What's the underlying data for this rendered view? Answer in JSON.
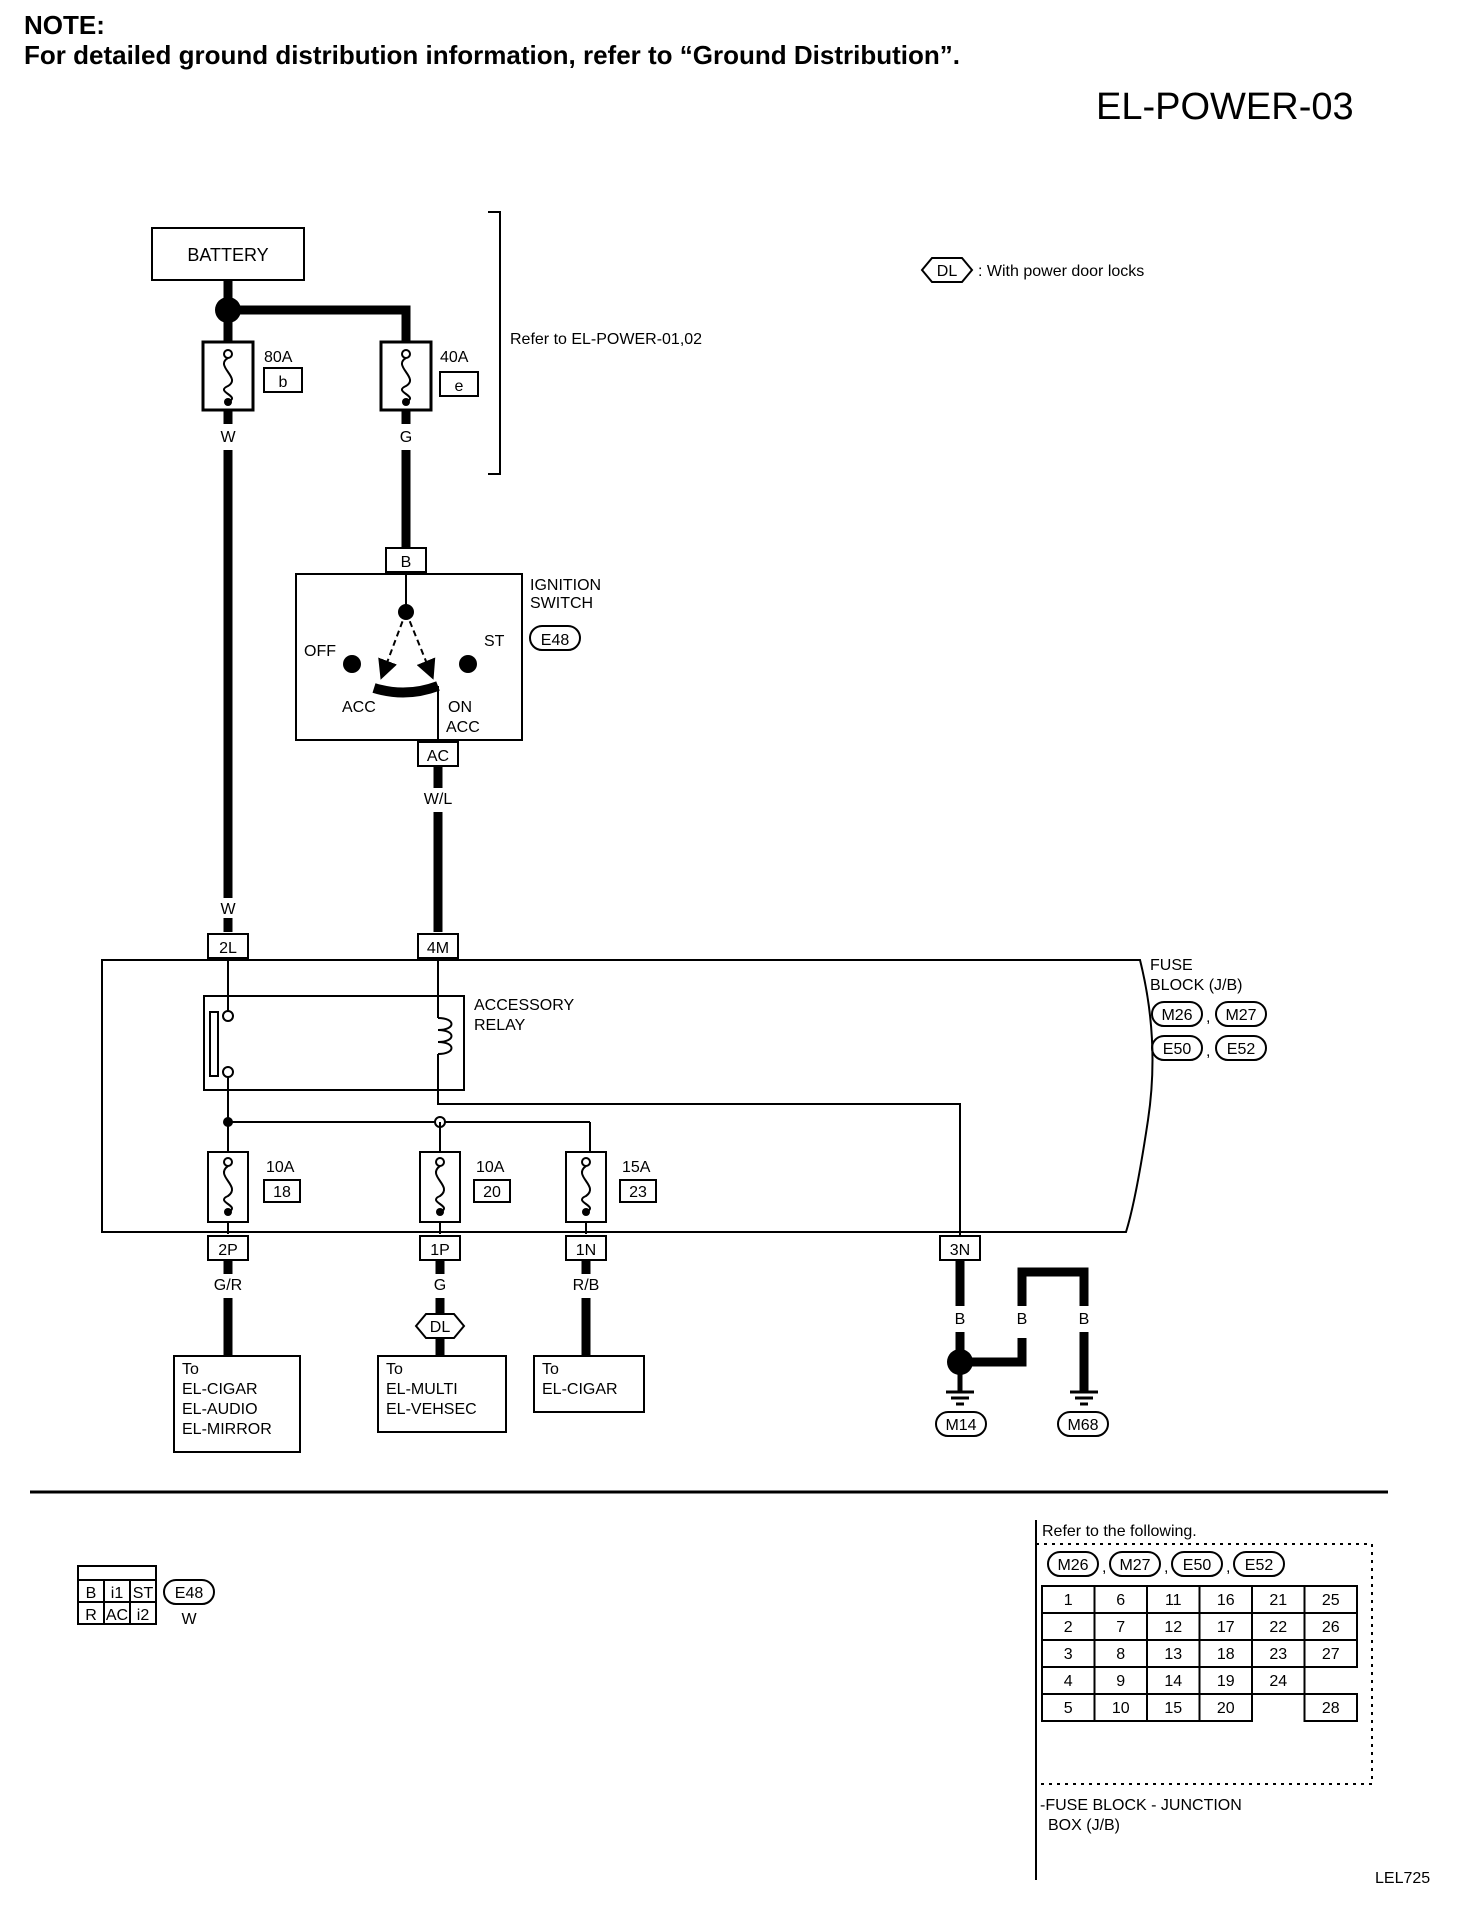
{
  "header": {
    "note_title": "NOTE:",
    "note_text": "For detailed ground distribution information, refer to “Ground Distribution”.",
    "page_id": "EL-POWER-03"
  },
  "legend": {
    "symbol": "DL",
    "text": ": With power door locks"
  },
  "refer_note": "Refer to EL-POWER-01,02",
  "battery": {
    "label": "BATTERY"
  },
  "fusible_links": [
    {
      "rating": "80A",
      "id": "b",
      "wire": "W"
    },
    {
      "rating": "40A",
      "id": "e",
      "wire": "G"
    }
  ],
  "ignition_switch": {
    "title_line1": "IGNITION",
    "title_line2": "SWITCH",
    "connector": "E48",
    "terminal_in": "B",
    "terminal_out": "AC",
    "positions": {
      "off": "OFF",
      "acc": "ACC",
      "on_line1": "ON",
      "on_line2": "ACC",
      "st": "ST"
    },
    "out_wire": "W/L"
  },
  "fuse_block": {
    "title_line1": "FUSE",
    "title_line2": "BLOCK (J/B)",
    "connectors": [
      "M26",
      "M27",
      "E50",
      "E52"
    ],
    "in_terminals": [
      {
        "id": "2L",
        "wire": "W"
      },
      {
        "id": "4M",
        "wire": ""
      }
    ],
    "relay": {
      "line1": "ACCESSORY",
      "line2": "RELAY"
    },
    "fuses": [
      {
        "rating": "10A",
        "num": "18"
      },
      {
        "rating": "10A",
        "num": "20"
      },
      {
        "rating": "15A",
        "num": "23"
      }
    ],
    "ground_terminal": "3N"
  },
  "outputs": [
    {
      "terminal": "2P",
      "wire": "G/R",
      "to": [
        "To",
        "EL-CIGAR",
        "EL-AUDIO",
        "EL-MIRROR"
      ]
    },
    {
      "terminal": "1P",
      "wire": "G",
      "option": "DL",
      "to": [
        "To",
        "EL-MULTI",
        "EL-VEHSEC"
      ]
    },
    {
      "terminal": "1N",
      "wire": "R/B",
      "to": [
        "To",
        "EL-CIGAR"
      ]
    }
  ],
  "grounds": {
    "wire": "B",
    "points": [
      "M14",
      "M68"
    ]
  },
  "switch_connector": {
    "top": [
      "B",
      "i1",
      "ST"
    ],
    "bottom": [
      "R",
      "AC",
      "i2"
    ],
    "id": "E48",
    "color": "W"
  },
  "jb_reference": {
    "title": "Refer to the following.",
    "connectors": [
      "M26",
      "M27",
      "E50",
      "E52"
    ],
    "grid": [
      [
        "1",
        "6",
        "11",
        "16",
        "21",
        "25"
      ],
      [
        "2",
        "7",
        "12",
        "17",
        "22",
        "26"
      ],
      [
        "3",
        "8",
        "13",
        "18",
        "23",
        "27"
      ],
      [
        "4",
        "9",
        "14",
        "19",
        "24",
        ""
      ],
      [
        "5",
        "10",
        "15",
        "20",
        "",
        "28"
      ]
    ],
    "caption_line1": "-FUSE BLOCK - JUNCTION",
    "caption_line2": "BOX (J/B)"
  },
  "ref_code": "LEL725"
}
